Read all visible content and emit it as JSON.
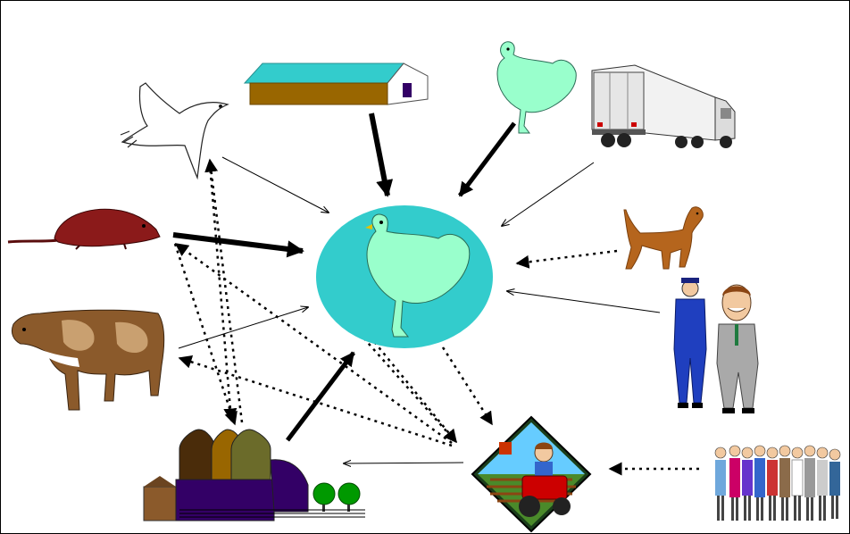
{
  "diagram": {
    "nodes": [
      {
        "id": "central-chicken",
        "icon": "chicken-flock-icon"
      },
      {
        "id": "poultry-house",
        "icon": "poultry-house-icon"
      },
      {
        "id": "wild-bird",
        "icon": "wild-bird-icon"
      },
      {
        "id": "chicken",
        "icon": "chicken-icon"
      },
      {
        "id": "truck",
        "icon": "truck-icon"
      },
      {
        "id": "rodent",
        "icon": "rat-icon"
      },
      {
        "id": "dog",
        "icon": "dog-icon"
      },
      {
        "id": "cow",
        "icon": "cow-icon"
      },
      {
        "id": "visitors",
        "icon": "people-icon"
      },
      {
        "id": "feed-mill",
        "icon": "feed-mill-icon"
      },
      {
        "id": "farmer",
        "icon": "farmer-tractor-icon"
      },
      {
        "id": "crowd",
        "icon": "crowd-icon"
      }
    ],
    "edges": [
      {
        "from": "poultry-house",
        "to": "central-chicken",
        "style": "thick"
      },
      {
        "from": "chicken",
        "to": "central-chicken",
        "style": "thick"
      },
      {
        "from": "rodent",
        "to": "central-chicken",
        "style": "thick"
      },
      {
        "from": "feed-mill",
        "to": "central-chicken",
        "style": "thick"
      },
      {
        "from": "wild-bird",
        "to": "central-chicken",
        "style": "thin"
      },
      {
        "from": "truck",
        "to": "central-chicken",
        "style": "thin"
      },
      {
        "from": "cow",
        "to": "central-chicken",
        "style": "thin"
      },
      {
        "from": "visitors",
        "to": "central-chicken",
        "style": "thin"
      },
      {
        "from": "farmer",
        "to": "feed-mill",
        "style": "thin"
      },
      {
        "from": "dog",
        "to": "central-chicken",
        "style": "dotted"
      },
      {
        "from": "crowd",
        "to": "farmer",
        "style": "dotted"
      },
      {
        "from": "central-chicken",
        "to": "farmer",
        "style": "dotted"
      },
      {
        "from": "farmer",
        "to": "wild-bird",
        "style": "dotted"
      },
      {
        "from": "farmer",
        "to": "rodent",
        "style": "dotted"
      },
      {
        "from": "farmer",
        "to": "cow",
        "style": "dotted"
      },
      {
        "from": "central-chicken",
        "to": "feed-mill",
        "style": "dotted"
      }
    ],
    "colors": {
      "pond": "#33cccc",
      "chicken": "#99ffcc",
      "roof": "#33cccc",
      "wall": "#996600",
      "rat": "#8b1a1a",
      "dog": "#b5651d",
      "arrow": "#000000"
    }
  }
}
